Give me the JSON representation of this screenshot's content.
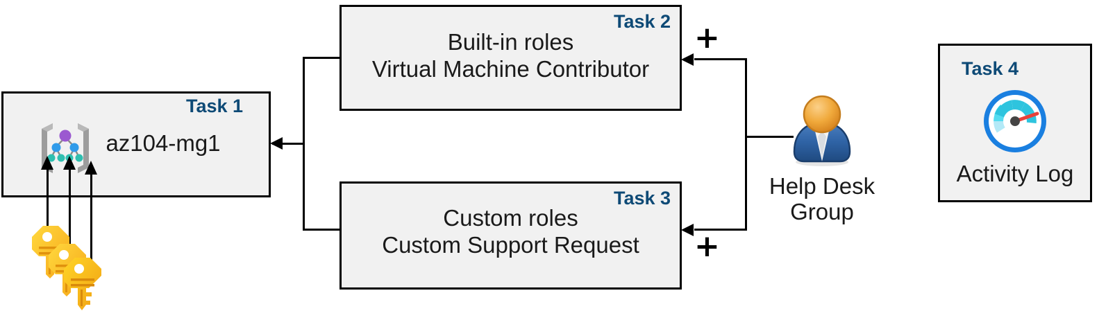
{
  "diagram": {
    "title": "Azure RBAC task diagram",
    "accent_color": "#0e4a76",
    "box_fill": "#f1f1f1",
    "box_border": "#000000"
  },
  "boxes": [
    {
      "id": "task1",
      "task_label": "Task 1",
      "text_lines": [
        "az104-mg1"
      ],
      "icon": "management-group-icon"
    },
    {
      "id": "task2",
      "task_label": "Task 2",
      "text_lines": [
        "Built-in roles",
        "Virtual Machine Contributor"
      ],
      "icon": ""
    },
    {
      "id": "task3",
      "task_label": "Task 3",
      "text_lines": [
        "Custom roles",
        "Custom Support Request"
      ],
      "icon": ""
    },
    {
      "id": "task4",
      "task_label": "Task 4",
      "text_lines": [
        "Activity Log"
      ],
      "icon": "activity-log-gauge-icon"
    }
  ],
  "actor": {
    "icon": "user-group-icon",
    "caption_lines": [
      "Help Desk",
      "Group"
    ]
  },
  "keys": {
    "icon": "keys-icon",
    "count": 3
  },
  "operators": {
    "plus_top": "+",
    "plus_bottom": "+"
  }
}
